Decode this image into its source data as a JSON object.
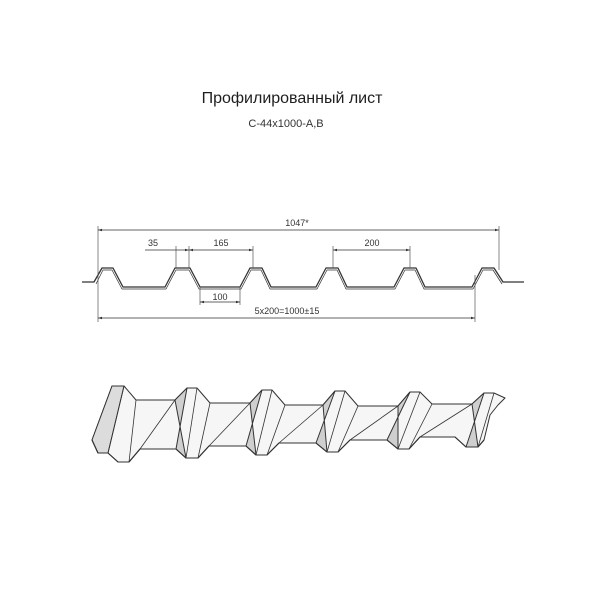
{
  "title": "Профилированный лист",
  "subtitle": "С-44х1000-А,В",
  "dimensions": {
    "overall_width": "1047*",
    "flange_top": "35",
    "top_span": "165",
    "pitch": "200",
    "bottom_width": "100",
    "useful_width": "5х200=1000±15"
  },
  "colors": {
    "line": "#333333",
    "sheet_light": "#f5f5f5",
    "sheet_shade": "#cfcfcf"
  }
}
